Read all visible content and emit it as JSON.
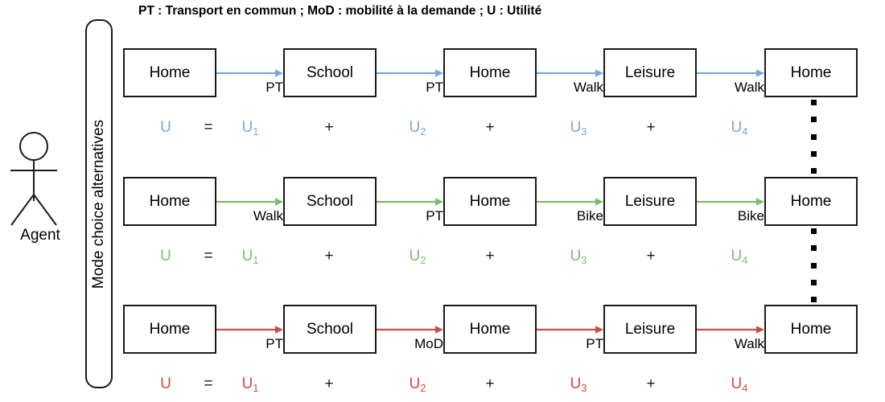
{
  "legend": {
    "text": "PT : Transport en commun ; MoD : mobilité à la demande ; U : Utilité"
  },
  "agent": {
    "label": "Agent",
    "icon": "stick-figure-icon"
  },
  "band": {
    "label": "Mode choice alternatives"
  },
  "colors": {
    "blue": "#7da7d9",
    "green": "#7fbb6e",
    "red": "#c0504d",
    "black": "#1a1a1a"
  },
  "utility_symbols": {
    "u": "U",
    "equals": "=",
    "plus": "+",
    "u1": "U",
    "u1_sub": "1",
    "u2": "U",
    "u2_sub": "2",
    "u3": "U",
    "u3_sub": "3",
    "u4": "U",
    "u4_sub": "4"
  },
  "alternatives": [
    {
      "id": "alternative-1",
      "color": "#7da7d9",
      "activities": [
        "Home",
        "School",
        "Home",
        "Leisure",
        "Home"
      ],
      "modes": [
        "PT",
        "PT",
        "Walk",
        "Walk"
      ],
      "utility": [
        "U",
        "=",
        "U1",
        "+",
        "U2",
        "+",
        "U3",
        "+",
        "U4"
      ]
    },
    {
      "id": "alternative-2",
      "color": "#7fbb6e",
      "activities": [
        "Home",
        "School",
        "Home",
        "Leisure",
        "Home"
      ],
      "modes": [
        "Walk",
        "PT",
        "Bike",
        "Bike"
      ],
      "utility": [
        "U",
        "=",
        "U1",
        "+",
        "U2",
        "+",
        "U3",
        "+",
        "U4"
      ]
    },
    {
      "id": "alternative-3",
      "color": "#c0504d",
      "activities": [
        "Home",
        "School",
        "Home",
        "Leisure",
        "Home"
      ],
      "modes": [
        "PT",
        "MoD",
        "PT",
        "Walk"
      ],
      "utility": [
        "U",
        "=",
        "U1",
        "+",
        "U2",
        "+",
        "U3",
        "+",
        "U4"
      ]
    }
  ]
}
